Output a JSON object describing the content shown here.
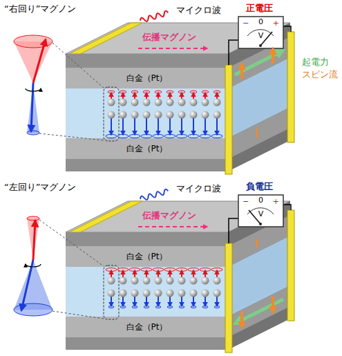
{
  "diagram": {
    "nodes": [
      {
        "text": [
          "−",
          "0",
          "+",
          "V"
        ]
      },
      {
        "text": [
          "白金（Pt）"
        ]
      },
      {
        "text": [
          "白金（Pt）"
        ]
      },
      {
        "text": [
          "−",
          "0",
          "+",
          "V"
        ]
      },
      {
        "text": [
          "白金（Pt）"
        ]
      },
      {
        "text": [
          "白金（Pt）"
        ]
      }
    ],
    "labels": [
      "“右回り”マグノン",
      "マイクロ波",
      "正電圧",
      "伝播マグノン",
      "起電力",
      "スピン流",
      "“左回り”マグノン",
      "マイクロ波",
      "負電圧",
      "伝播マグノン"
    ]
  }
}
